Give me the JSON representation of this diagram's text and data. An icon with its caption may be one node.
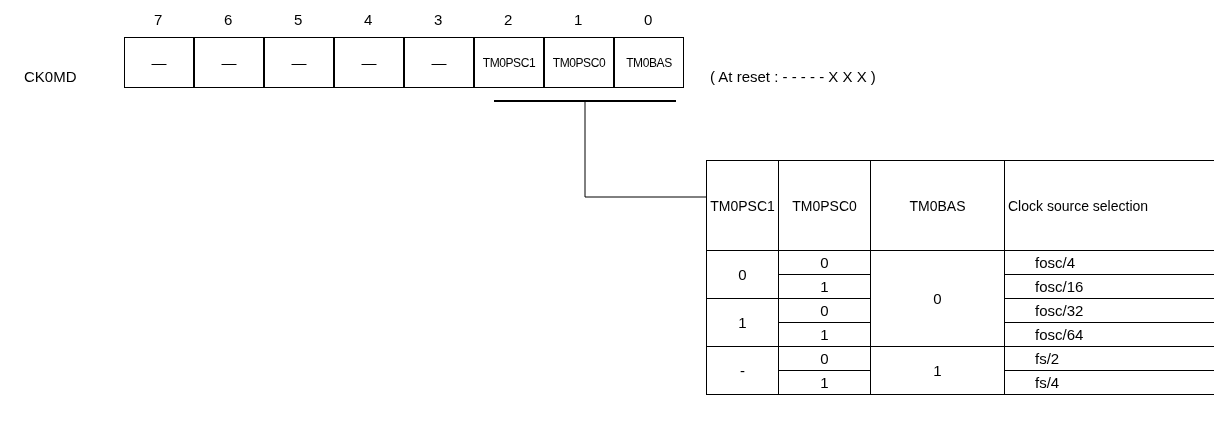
{
  "diagram": {
    "nodes": [
      {
        "text": [
          "—"
        ]
      },
      {
        "text": [
          "—"
        ]
      },
      {
        "text": [
          "—"
        ]
      },
      {
        "text": [
          "—"
        ]
      },
      {
        "text": [
          "—"
        ]
      },
      {
        "text": [
          "TM0PSC1"
        ]
      },
      {
        "text": [
          "TM0PSC0"
        ]
      },
      {
        "text": [
          "TM0BAS"
        ]
      },
      {
        "text": [],
        "shape": "bar"
      },
      {
        "text": [],
        "shape": "box"
      }
    ],
    "edges": [
      {
        "from": 8,
        "to": 9,
        "arrow": "none"
      }
    ],
    "labels": [
      "7",
      "6",
      "5",
      "4",
      "3",
      "2",
      "1",
      "0",
      "CK0MD",
      "( At reset : - - - - - X X X )",
      "TM0PSC1",
      "TM0PSC0",
      "TM0BAS",
      "Clock source selection",
      "0",
      "0",
      "0",
      "fosc/4",
      "1",
      "fosc/16",
      "1",
      "0",
      "fosc/32",
      "1",
      "fosc/64",
      "-",
      "0",
      "1",
      "fs/2",
      "1",
      "fs/4"
    ]
  }
}
